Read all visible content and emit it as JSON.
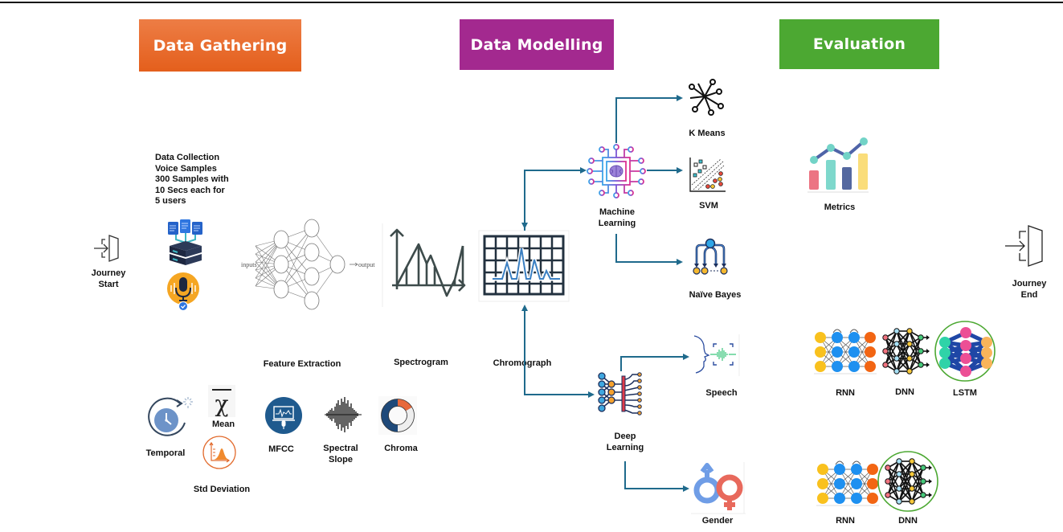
{
  "phases": [
    {
      "label": "Data Gathering",
      "color": "#EA6A2A"
    },
    {
      "label": "Data Modelling",
      "color": "#A3298F"
    },
    {
      "label": "Evaluation",
      "color": "#4CA832"
    }
  ],
  "journey": {
    "start_label_1": "Journey",
    "start_label_2": "Start",
    "end_label_1": "Journey",
    "end_label_2": "End"
  },
  "data_collection": {
    "lines": [
      "Data Collection",
      "Voice Samples",
      "300 Samples with",
      "10 Secs each for",
      "5 users"
    ]
  },
  "feature_extraction": {
    "label": "Feature Extraction",
    "nn_input_label": "inputs",
    "nn_output_label": "output"
  },
  "spectrogram": {
    "label": "Spectrogram"
  },
  "chromograph": {
    "label": "Chromograph"
  },
  "features": [
    {
      "label": "Temporal",
      "icon": "clock-icon"
    },
    {
      "label": "Mean",
      "icon": "x-bar-icon"
    },
    {
      "label": "Std Deviation",
      "icon": "distribution-icon"
    },
    {
      "label": "MFCC",
      "icon": "monitor-mic-icon"
    },
    {
      "label": "Spectral",
      "label2": "Slope",
      "icon": "waveform-icon"
    },
    {
      "label": "Chroma",
      "icon": "donut-icon"
    }
  ],
  "machine_learning": {
    "label1": "Machine",
    "label2": "Learning",
    "models": [
      {
        "label": "K Means",
        "icon": "cluster-icon"
      },
      {
        "label": "SVM",
        "icon": "scatter-svm-icon"
      },
      {
        "label": "Naïve Bayes",
        "icon": "tree-icon"
      }
    ]
  },
  "deep_learning": {
    "label1": "Deep",
    "label2": "Learning",
    "tasks": [
      {
        "label": "Speech",
        "icon": "speech-icon"
      },
      {
        "label": "Gender",
        "icon": "gender-icon"
      }
    ]
  },
  "evaluation": {
    "metrics_label": "Metrics",
    "speech_models": [
      "RNN",
      "DNN",
      "LSTM"
    ],
    "speech_best": "LSTM",
    "gender_models": [
      "RNN",
      "DNN"
    ],
    "gender_best": "DNN"
  },
  "colors": {
    "arrow": "#1F6A8C",
    "highlight_ring": "#4CA832"
  }
}
